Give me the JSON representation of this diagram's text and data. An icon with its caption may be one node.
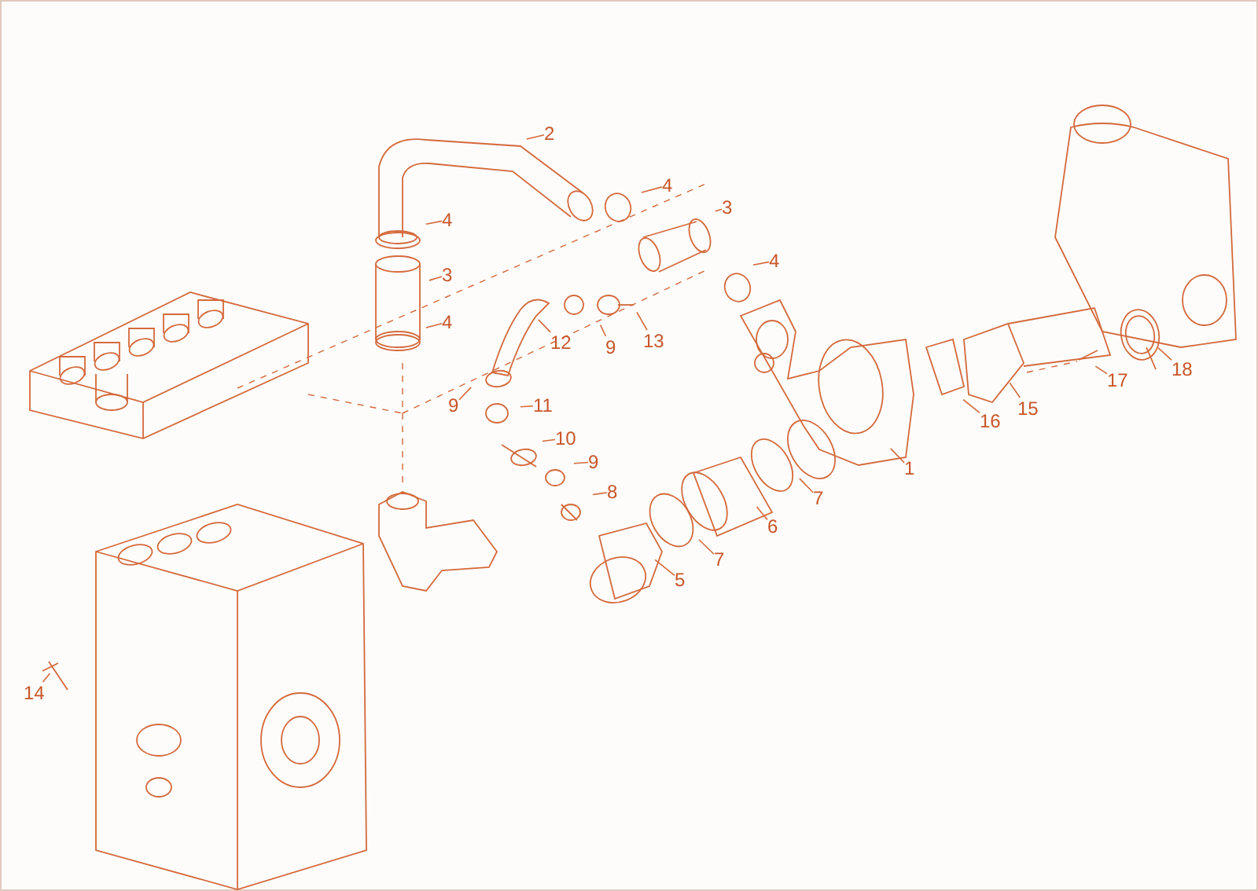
{
  "diagram": {
    "nodes": [
      {
        "text": [
          "2"
        ]
      },
      {
        "text": [
          "4"
        ]
      },
      {
        "text": [
          "3"
        ]
      },
      {
        "text": [
          "4"
        ]
      },
      {
        "text": [
          "4"
        ]
      },
      {
        "text": [
          "3"
        ]
      },
      {
        "text": [
          "4"
        ]
      },
      {
        "text": [
          "12"
        ]
      },
      {
        "text": [
          "9"
        ]
      },
      {
        "text": [
          "13"
        ]
      },
      {
        "text": [
          "9"
        ]
      },
      {
        "text": [
          "11"
        ]
      },
      {
        "text": [
          "10"
        ]
      },
      {
        "text": [
          "9"
        ]
      },
      {
        "text": [
          "8"
        ]
      },
      {
        "text": [
          "5"
        ]
      },
      {
        "text": [
          "7"
        ]
      },
      {
        "text": [
          "6"
        ]
      },
      {
        "text": [
          "7"
        ]
      },
      {
        "text": [
          "1"
        ]
      },
      {
        "text": [
          "16"
        ]
      },
      {
        "text": [
          "15"
        ]
      },
      {
        "text": [
          "17"
        ]
      },
      {
        "text": [
          "18"
        ]
      },
      {
        "text": [
          "14"
        ]
      }
    ],
    "edges": [
      {
        "from": 0,
        "to": null,
        "arrow": "none"
      },
      {
        "from": 1,
        "to": null,
        "arrow": "none"
      },
      {
        "from": 2,
        "to": null,
        "arrow": "none"
      },
      {
        "from": 3,
        "to": null,
        "arrow": "none"
      },
      {
        "from": 4,
        "to": null,
        "arrow": "none"
      },
      {
        "from": 5,
        "to": null,
        "arrow": "none"
      },
      {
        "from": 6,
        "to": null,
        "arrow": "none"
      },
      {
        "from": 7,
        "to": null,
        "arrow": "none"
      },
      {
        "from": 8,
        "to": null,
        "arrow": "none"
      },
      {
        "from": 9,
        "to": null,
        "arrow": "none"
      },
      {
        "from": 10,
        "to": null,
        "arrow": "none"
      },
      {
        "from": 11,
        "to": null,
        "arrow": "none"
      },
      {
        "from": 12,
        "to": null,
        "arrow": "none"
      },
      {
        "from": 13,
        "to": null,
        "arrow": "none"
      },
      {
        "from": 14,
        "to": null,
        "arrow": "none"
      },
      {
        "from": 15,
        "to": null,
        "arrow": "none"
      },
      {
        "from": 16,
        "to": null,
        "arrow": "none"
      },
      {
        "from": 17,
        "to": null,
        "arrow": "none"
      },
      {
        "from": 18,
        "to": null,
        "arrow": "none"
      },
      {
        "from": 19,
        "to": null,
        "arrow": "none"
      },
      {
        "from": 20,
        "to": null,
        "arrow": "none"
      },
      {
        "from": 21,
        "to": null,
        "arrow": "none"
      },
      {
        "from": 22,
        "to": null,
        "arrow": "none"
      },
      {
        "from": 23,
        "to": null,
        "arrow": "none"
      },
      {
        "from": 24,
        "to": null,
        "arrow": "none"
      }
    ]
  }
}
